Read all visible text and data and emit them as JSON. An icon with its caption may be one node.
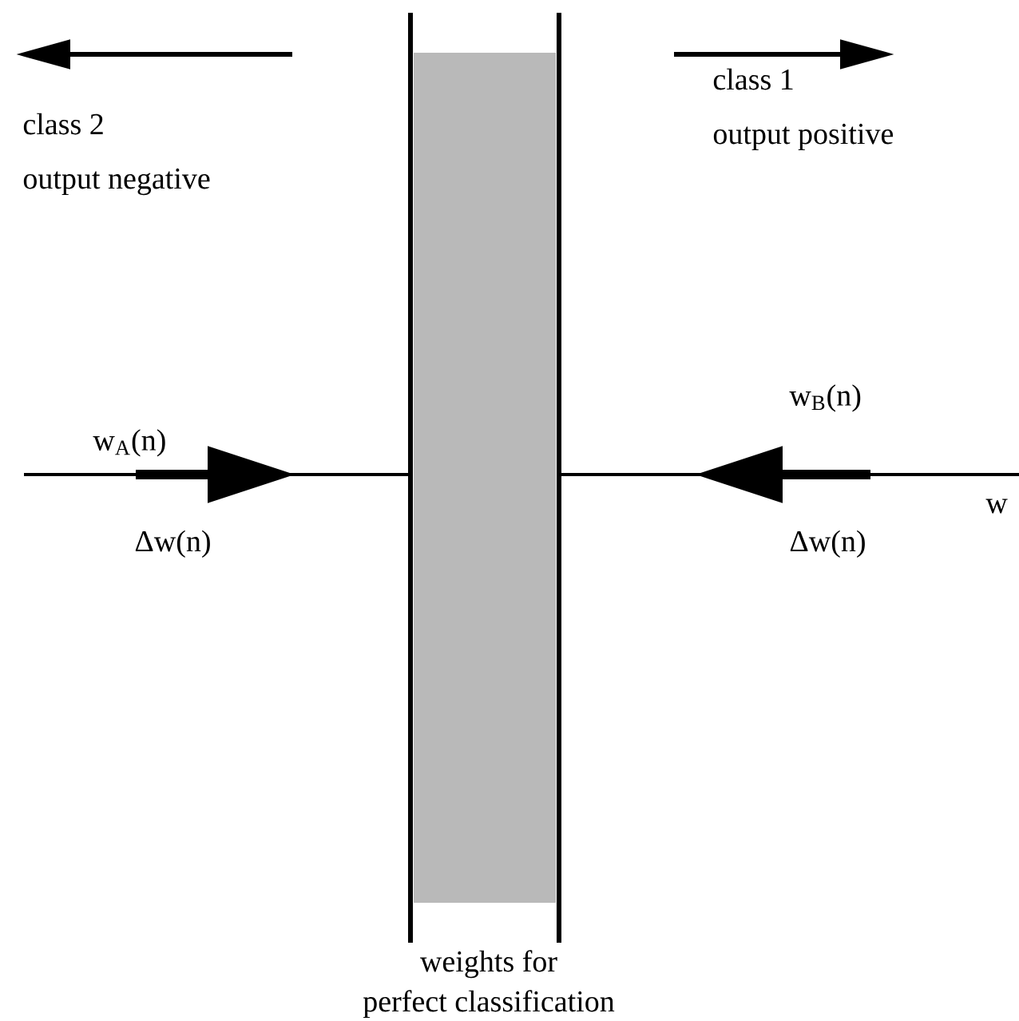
{
  "diagram": {
    "nodes": [
      {
        "text": [],
        "shape": "bar",
        "beside": [
          "weights for",
          "perfect classification"
        ]
      }
    ],
    "labels": [
      "class 2",
      "output negative",
      "class 1",
      "output positive",
      "w$_{B}$(n)",
      "w$_{A}$(n)",
      "w",
      "Δw(n)",
      "Δw(n)"
    ]
  }
}
